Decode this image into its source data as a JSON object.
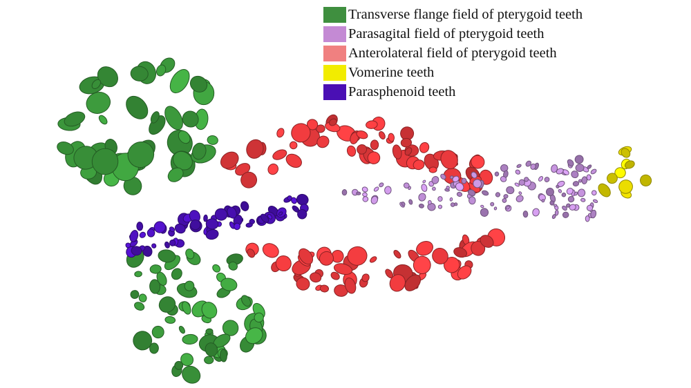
{
  "legend": [
    {
      "label": "Transverse flange field of pterygoid teeth",
      "color": "#3f8f3f",
      "group": "transverse"
    },
    {
      "label": "Parasagital field of pterygoid teeth",
      "color": "#c48ad4",
      "group": "parasagital"
    },
    {
      "label": "Anterolateral field of pterygoid teeth",
      "color": "#f08080",
      "group": "anterolateral"
    },
    {
      "label": "Vomerine teeth",
      "color": "#f2ec00",
      "group": "vomerine"
    },
    {
      "label": "Parasphenoid teeth",
      "color": "#4a0fb4",
      "group": "parasphenoid"
    }
  ],
  "render_colors": {
    "transverse": "#3c9a3c",
    "parasagital": "#b98ad0",
    "anterolateral": "#e6393c",
    "vomerine": "#eee000",
    "parasphenoid": "#4b10b8"
  }
}
